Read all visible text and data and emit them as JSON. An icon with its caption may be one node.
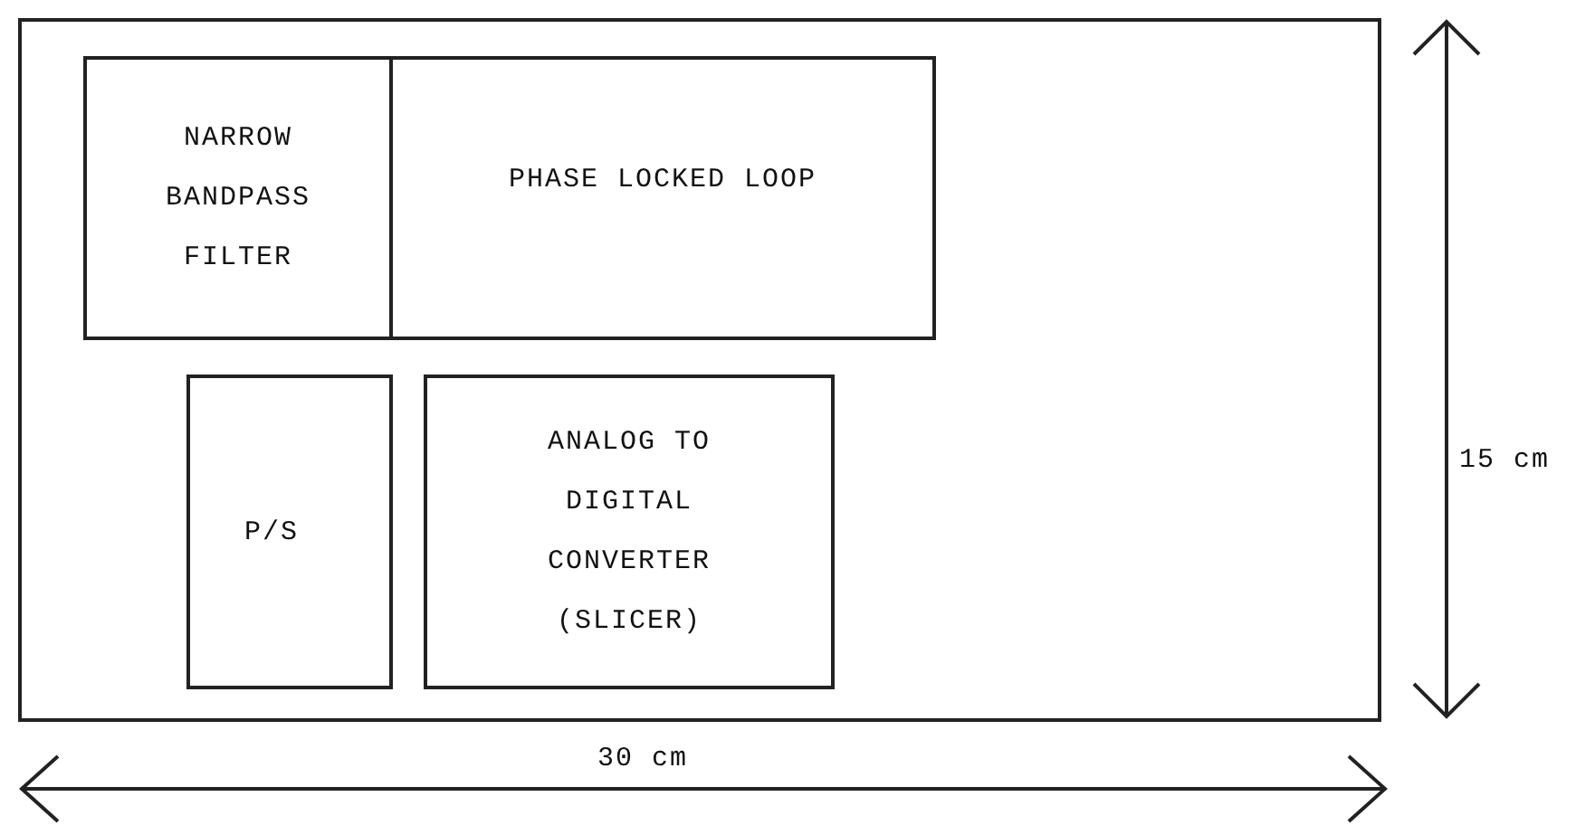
{
  "diagram": {
    "nodes": [
      {
        "text": [],
        "shape": "box"
      },
      {
        "text": [
          "NARROW BANDPASS FILTER"
        ],
        "in": 0
      },
      {
        "text": [
          "PHASE LOCKED LOOP"
        ],
        "in": 0
      },
      {
        "text": [
          "P/S"
        ],
        "in": 0
      },
      {
        "text": [
          "ANALOG TO DIGITAL CONVERTER (SLICER)"
        ],
        "in": 0
      }
    ],
    "edges": [],
    "labels": [
      "15 cm",
      "30 cm"
    ]
  }
}
